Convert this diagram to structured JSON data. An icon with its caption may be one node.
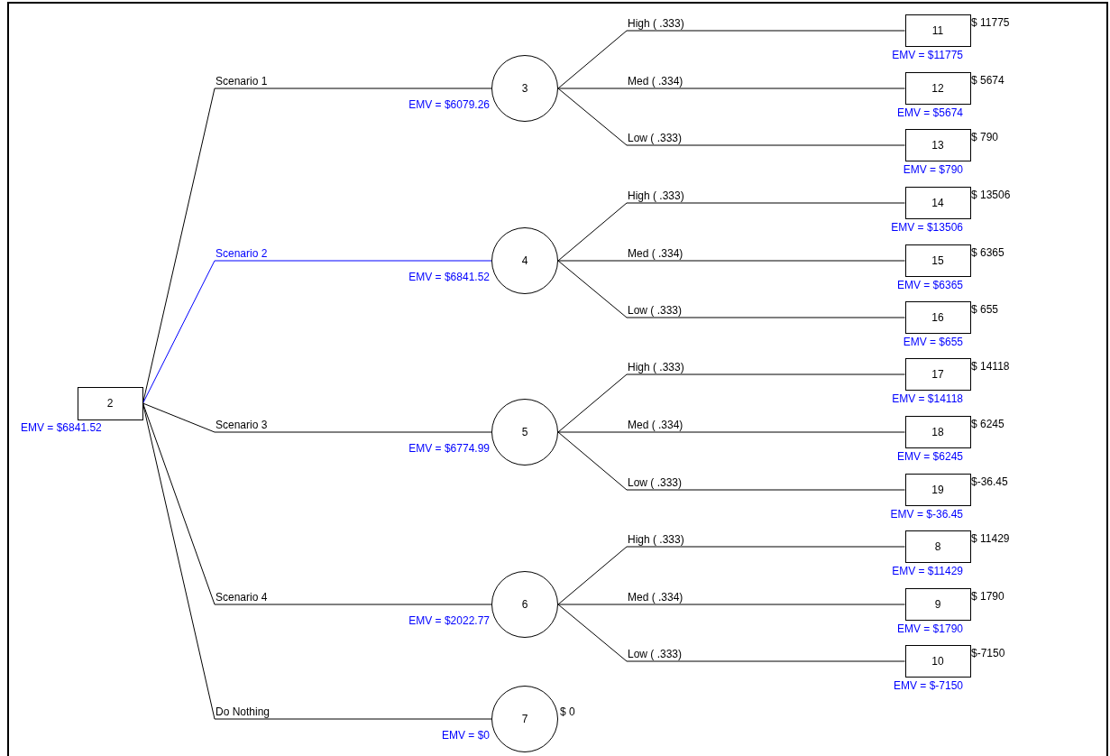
{
  "diagram": {
    "nodes": [
      {
        "text": [
          "2"
        ],
        "beside": [
          "EMV = $6841.52"
        ]
      },
      {
        "text": [
          "3"
        ],
        "beside": [
          "EMV = $6079.26"
        ]
      },
      {
        "text": [
          "4"
        ],
        "beside": [
          "EMV = $6841.52"
        ]
      },
      {
        "text": [
          "5"
        ],
        "beside": [
          "EMV = $6774.99"
        ]
      },
      {
        "text": [
          "6"
        ],
        "beside": [
          "EMV = $2022.77"
        ]
      },
      {
        "text": [
          "7"
        ],
        "beside": [
          "EMV = $0",
          "$ 0"
        ]
      },
      {
        "text": [
          "11"
        ],
        "beside": [
          "$ 11775",
          "EMV = $11775"
        ]
      },
      {
        "text": [
          "12"
        ],
        "beside": [
          "$ 5674",
          "EMV = $5674"
        ]
      },
      {
        "text": [
          "13"
        ],
        "beside": [
          "$ 790",
          "EMV = $790"
        ]
      },
      {
        "text": [
          "14"
        ],
        "beside": [
          "$ 13506",
          "EMV = $13506"
        ]
      },
      {
        "text": [
          "15"
        ],
        "beside": [
          "$ 6365",
          "EMV = $6365"
        ]
      },
      {
        "text": [
          "16"
        ],
        "beside": [
          "$ 655",
          "EMV = $655"
        ]
      },
      {
        "text": [
          "17"
        ],
        "beside": [
          "$ 14118",
          "EMV = $14118"
        ]
      },
      {
        "text": [
          "18"
        ],
        "beside": [
          "$ 6245",
          "EMV = $6245"
        ]
      },
      {
        "text": [
          "19"
        ],
        "beside": [
          "$-36.45",
          "EMV = $-36.45"
        ]
      },
      {
        "text": [
          "8"
        ],
        "beside": [
          "$ 11429",
          "EMV = $11429"
        ]
      },
      {
        "text": [
          "9"
        ],
        "beside": [
          "$ 1790",
          "EMV = $1790"
        ]
      },
      {
        "text": [
          "10"
        ],
        "beside": [
          "$-7150",
          "EMV = $-7150"
        ]
      }
    ],
    "edges": [
      {
        "from": 0,
        "to": 1,
        "arrow": "none",
        "label": "Scenario 1"
      },
      {
        "from": 0,
        "to": 2,
        "arrow": "none",
        "label": "Scenario 2",
        "color": "#0000ff"
      },
      {
        "from": 0,
        "to": 3,
        "arrow": "none",
        "label": "Scenario 3"
      },
      {
        "from": 0,
        "to": 4,
        "arrow": "none",
        "label": "Scenario 4"
      },
      {
        "from": 0,
        "to": 5,
        "arrow": "none",
        "label": "Do Nothing"
      },
      {
        "from": 1,
        "to": 6,
        "arrow": "none",
        "label": "High ( .333)"
      },
      {
        "from": 1,
        "to": 7,
        "arrow": "none",
        "label": "Med ( .334)"
      },
      {
        "from": 1,
        "to": 8,
        "arrow": "none",
        "label": "Low ( .333)"
      },
      {
        "from": 2,
        "to": 9,
        "arrow": "none",
        "label": "High ( .333)"
      },
      {
        "from": 2,
        "to": 10,
        "arrow": "none",
        "label": "Med ( .334)"
      },
      {
        "from": 2,
        "to": 11,
        "arrow": "none",
        "label": "Low ( .333)"
      },
      {
        "from": 3,
        "to": 12,
        "arrow": "none",
        "label": "High ( .333)"
      },
      {
        "from": 3,
        "to": 13,
        "arrow": "none",
        "label": "Med ( .334)"
      },
      {
        "from": 3,
        "to": 14,
        "arrow": "none",
        "label": "Low ( .333)"
      },
      {
        "from": 4,
        "to": 15,
        "arrow": "none",
        "label": "High ( .333)"
      },
      {
        "from": 4,
        "to": 16,
        "arrow": "none",
        "label": "Med ( .334)"
      },
      {
        "from": 4,
        "to": 17,
        "arrow": "none",
        "label": "Low ( .333)"
      }
    ]
  }
}
